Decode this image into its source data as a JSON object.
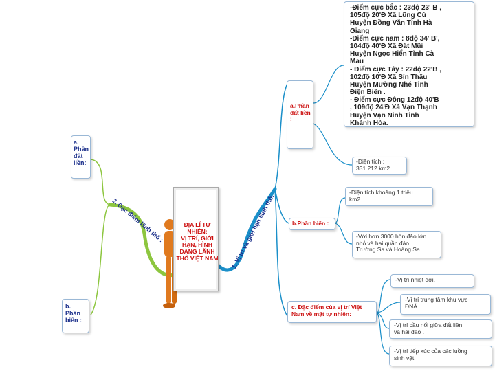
{
  "center": {
    "title": "ĐỊA LÍ TỰ NHIÊN:\nVỊ TRÍ, GIỚI HẠN, HÌNH DẠNG LÃNH THỔ VIỆT NAM"
  },
  "branches": {
    "branch1_label": "1. Vị trí và giới hạn lãnh thổ.",
    "branch2_label": "2. Đặc điểm lãnh thổ :"
  },
  "left_nodes": {
    "a_label": "a.\nPhần\nđất\nliền:",
    "b_label": "b.\nPhần\nbiển :"
  },
  "right_nodes": {
    "a_label": "a.Phần\nđất liền\n:",
    "b_label": "b.Phần biển :",
    "c_label": "c. Đặc điểm của vị trí Việt\nNam về mặt tự nhiên:"
  },
  "details": {
    "extreme_points": "-Điểm cực bắc : 23độ 23' B ,\n105độ 20'Đ  Xã Lũng Cú\nHuyện Đồng Văn Tỉnh Hà\nGiang\n-Điểm cực nam : 8độ 34' B',\n104độ 40'Đ Xã Đất Mũi\nHuyện Ngọc Hiển Tỉnh Cà\nMau\n- Điểm cực Tây : 22độ 22'B ,\n102độ 10'Đ Xã Sín Thầu\nHuyện Mường Nhé Tỉnh\nĐiện  Biên .\n-  Điểm cực Đông 12độ 40'B\n, 109độ 24'Đ Xã Vạn Thạnh\nHuyện Vạn Ninh Tỉnh\nKhánh Hòa.",
    "land_area": "-Diện tích :\n331.212 km2",
    "sea_area": "-Diện tích khoảng 1 triệu\nkm2 .",
    "islands": "-Với hơn 3000 hòn đảo lớn\nnhỏ và hai quần đảo\nTrường Sa và Hoàng Sa.",
    "tropical": "-Vị trí nhiệt đới.",
    "center_sea": "-Vị trí trung tâm khu vực\nĐNÁ.",
    "bridge": "-Vị trí cầu nối giữa đất liền\nvà hải đảo .",
    "contact": "-Vị trí tiếp xúc của các luồng\nsinh vật."
  },
  "colors": {
    "link_blue": "#1a8fc9",
    "link_green": "#8dc63f",
    "title_red": "#cc1010",
    "figure_orange": "#e07a1f"
  }
}
